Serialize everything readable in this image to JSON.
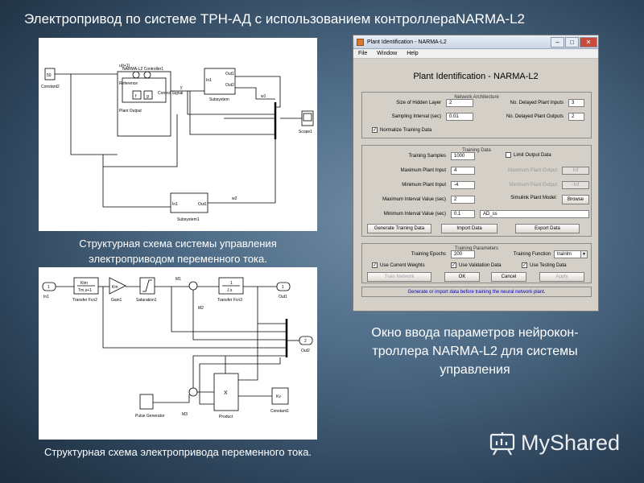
{
  "slide": {
    "title": "Электропривод по системе ТРН-АД с использованием контроллераNARMA-L2",
    "caption_top": "Структурная схема системы управления электроприводом переменного тока.",
    "caption_bottom": "Структурная схема электропривода переменного тока.",
    "caption_window": "Окно ввода параметров нейрокон-троллера NARMA-L2 для системы управления",
    "logo_text": "MyShared"
  },
  "diagram1": {
    "constant": "50",
    "constant_label": "Constant2",
    "controller_title": "NARMA-L2 Controller1",
    "reference": "Reference",
    "plant_output": "Plant Output",
    "control_signal": "Control Signal",
    "f_label": "f",
    "g_label": "g",
    "ur_label": "u(t+1)",
    "y_label": "y",
    "subsystem_label": "Subsystem",
    "in1": "In1",
    "out1": "Out1",
    "out2": "Out2",
    "w1": "w1",
    "w2": "w2",
    "scope_label": "Scope1",
    "subsystem1_label": "Subsystem1"
  },
  "diagram2": {
    "in1_num": "1",
    "in1_label": "In1",
    "tf2_num": "Ktm",
    "tf2_den": "Tm.s+1",
    "tf2_label": "Transfer Fcn2",
    "gain_val": "Km",
    "gain_label": "Gain1",
    "sat_label": "Saturation1",
    "m1": "M1",
    "m2": "M2",
    "m3": "M3",
    "tf3_num": "1",
    "tf3_den": "J.s",
    "tf3_label": "Transfer Fcn3",
    "out1_num": "1",
    "out1_label": "Out1",
    "out2_num": "2",
    "out2_label": "Out2",
    "product_symbol": "X",
    "product_label": "Product",
    "const_val": "Kv",
    "const_label": "Constant1",
    "pulse_label": "Pulse Generator"
  },
  "window": {
    "title": "Plant Identification - NARMA-L2",
    "menu": [
      "File",
      "Window",
      "Help"
    ],
    "heading": "Plant Identification - NARMA-L2",
    "network_arch": {
      "legend": "Network Architecture",
      "hidden_label": "Size of Hidden Layer",
      "hidden_value": "2",
      "sampling_label": "Sampling Interval (sec)",
      "sampling_value": "0.01",
      "normalize_label": "Normalize Training Data",
      "delayed_inputs_label": "No. Delayed Plant Inputs",
      "delayed_inputs_value": "3",
      "delayed_outputs_label": "No. Delayed Plant Outputs",
      "delayed_outputs_value": "2"
    },
    "training_data": {
      "legend": "Training Data",
      "samples_label": "Training Samples",
      "samples_value": "1000",
      "max_input_label": "Maximum Plant Input",
      "max_input_value": "4",
      "min_input_label": "Minimum Plant Input",
      "min_input_value": "-4",
      "max_interval_label": "Maximum Interval Value (sec)",
      "max_interval_value": "2",
      "min_interval_label": "Minimum Interval Value (sec)",
      "min_interval_value": "0.1",
      "limit_output_label": "Limit Output Data",
      "max_output_label": "Maximum Plant Output",
      "max_output_value": "Inf",
      "min_output_label": "Minimum Plant Output",
      "min_output_value": "-Inf",
      "simulink_label": "Simulink Plant Model:",
      "browse_label": "Browse",
      "model_value": "AD_ss",
      "generate_label": "Generate Training Data",
      "import_label": "Import Data",
      "export_label": "Export Data"
    },
    "training_params": {
      "legend": "Training Parameters",
      "epochs_label": "Training Epochs",
      "epochs_value": "200",
      "function_label": "Training Function",
      "function_value": "trainlm",
      "use_weights_label": "Use Current Weights",
      "use_validation_label": "Use Validation Data",
      "use_testing_label": "Use Testing Data",
      "train_label": "Train Network",
      "ok_label": "OK",
      "cancel_label": "Cancel",
      "apply_label": "Apply"
    },
    "status": "Generate or import data before training the neural network plant."
  }
}
